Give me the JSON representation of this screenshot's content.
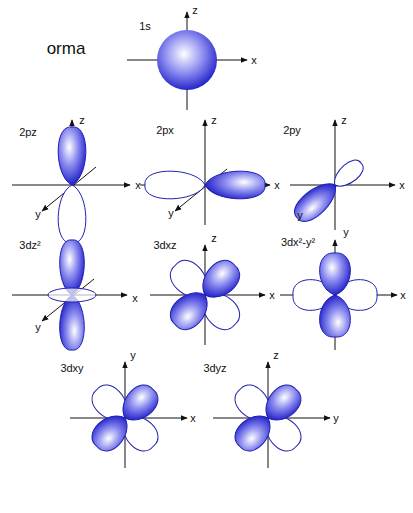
{
  "diagram": {
    "labels": [
      "orma",
      "z",
      "1s",
      "x",
      "2pz",
      "z",
      "x",
      "y",
      "2px",
      "z",
      "x",
      "y",
      "2py",
      "z",
      "x",
      "y",
      "3dz²",
      "x",
      "y",
      "3dxz",
      "z",
      "x",
      "3dx²-y²",
      "y",
      "x",
      "3dxy",
      "y",
      "x",
      "3dyz",
      "z",
      "y"
    ]
  }
}
